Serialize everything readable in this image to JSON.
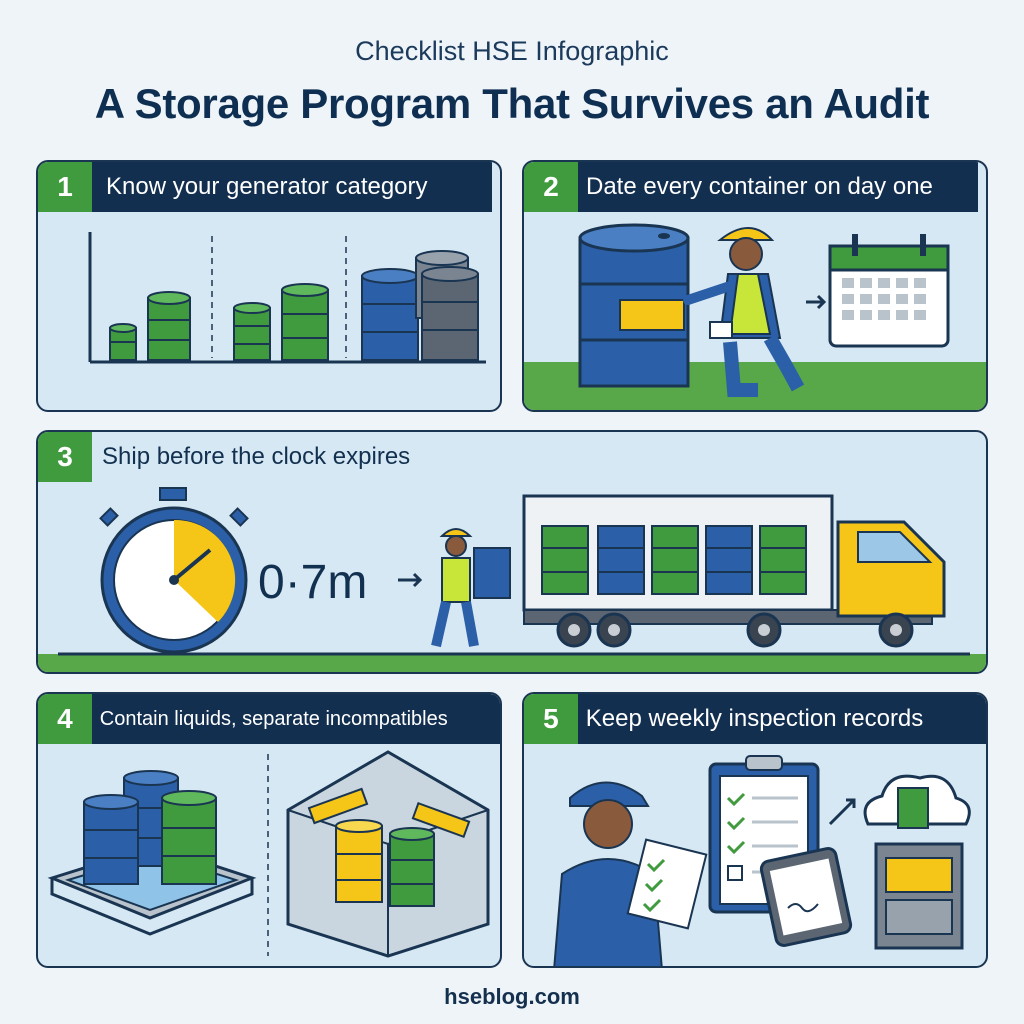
{
  "header": {
    "kicker": "Checklist HSE Infographic",
    "title": "A Storage Program That Survives an Audit"
  },
  "steps": [
    {
      "number": "1",
      "label": "Know your generator category"
    },
    {
      "number": "2",
      "label": "Date every container on day one"
    },
    {
      "number": "3",
      "label": "Ship before the clock expires"
    },
    {
      "number": "4",
      "label": "Contain liquids, separate incompatibles"
    },
    {
      "number": "5",
      "label": "Keep weekly inspection records"
    }
  ],
  "clock_readout": "0·7m",
  "footer": "hseblog.com",
  "colors": {
    "panel_bg": "#d6e8f3",
    "header_bar": "#132f50",
    "number_badge": "#3f9b3d",
    "drum_green": "#3f9b3d",
    "drum_blue": "#2b5fa8",
    "drum_gray": "#5b6672",
    "accent_yellow": "#f5c518"
  },
  "icons": [
    "drum-icon",
    "worker-icon",
    "calendar-icon",
    "stopwatch-icon",
    "truck-icon",
    "spill-pallet-icon",
    "fence-icon",
    "clipboard-icon",
    "tablet-icon",
    "cloud-icon",
    "file-cabinet-icon"
  ]
}
